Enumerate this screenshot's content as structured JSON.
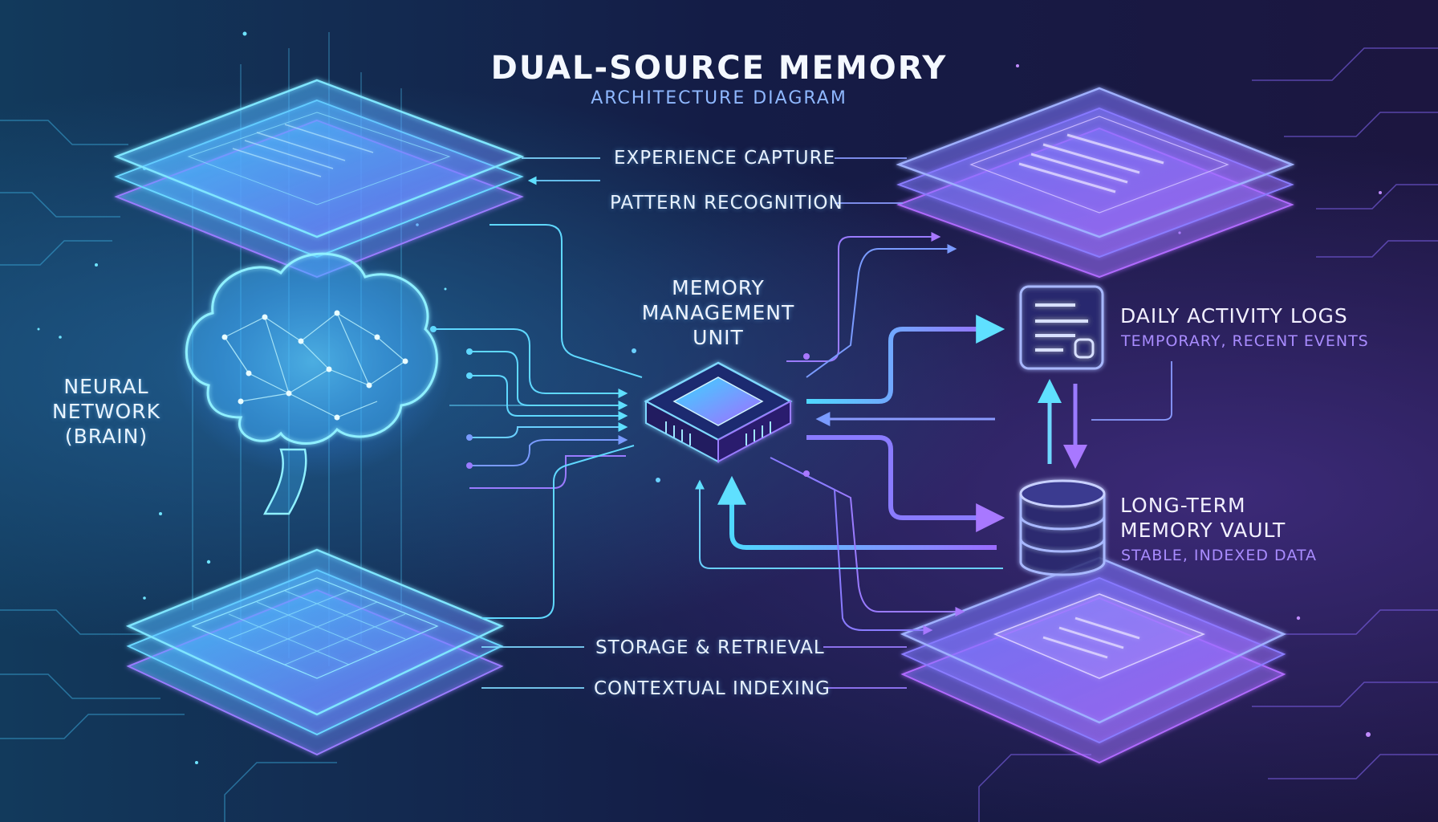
{
  "title": "DUAL-SOURCE MEMORY",
  "subtitle": "ARCHITECTURE DIAGRAM",
  "flows": {
    "top_1": "EXPERIENCE CAPTURE",
    "top_2": "PATTERN RECOGNITION",
    "bottom_1": "STORAGE & RETRIEVAL",
    "bottom_2": "CONTEXTUAL INDEXING"
  },
  "brain": {
    "label_lines": [
      "NEURAL",
      "NETWORK",
      "(BRAIN)"
    ]
  },
  "mmu": {
    "label_lines": [
      "MEMORY",
      "MANAGEMENT",
      "UNIT"
    ]
  },
  "daily_logs": {
    "title": "DAILY ACTIVITY LOGS",
    "desc": "TEMPORARY, RECENT EVENTS"
  },
  "long_term": {
    "title_lines": [
      "LONG-TERM",
      "MEMORY VAULT"
    ],
    "desc": "STABLE, INDEXED DATA"
  },
  "colors": {
    "cyan": "#4fd8ff",
    "violet": "#9b6bff",
    "blue": "#6a8cff"
  }
}
